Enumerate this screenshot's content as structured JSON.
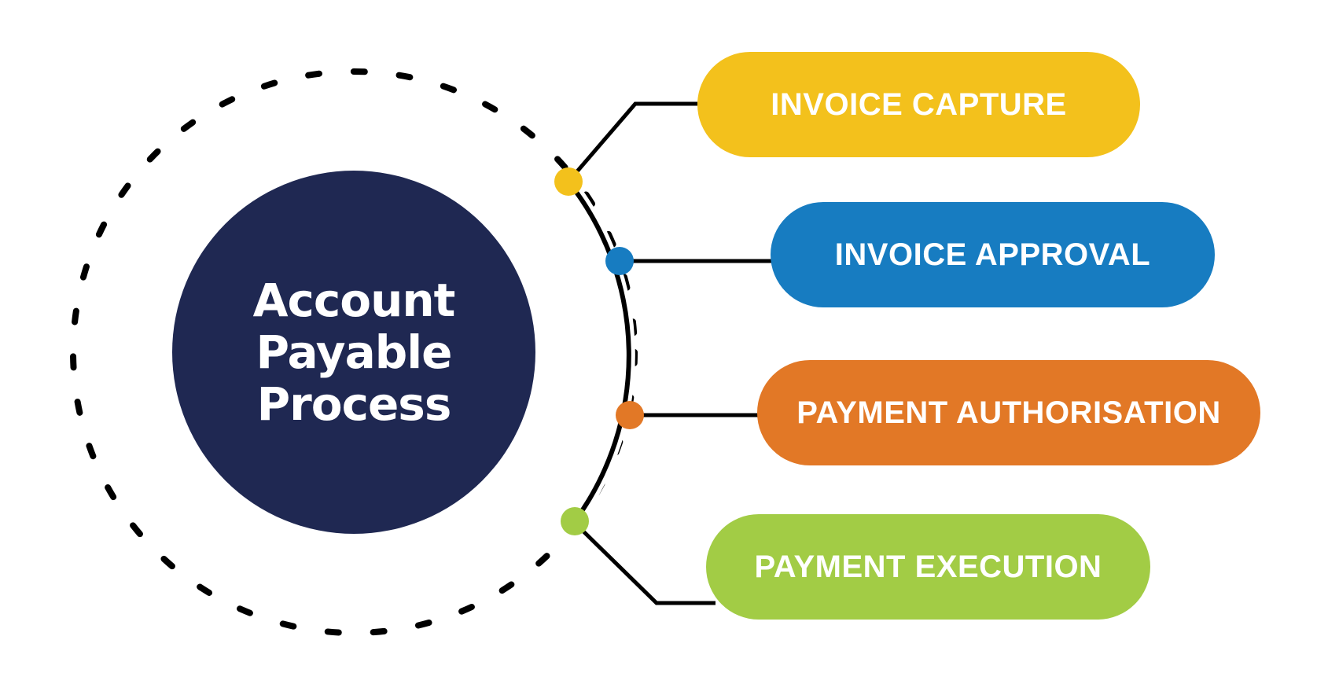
{
  "diagram": {
    "title_lines": [
      "Account",
      "Payable",
      "Process"
    ],
    "colors": {
      "center": "#1f2852",
      "connector": "#000000",
      "background": "#ffffff"
    },
    "steps": [
      {
        "label": "INVOICE CAPTURE",
        "color": "#f3c11c"
      },
      {
        "label": "INVOICE APPROVAL",
        "color": "#177cc1"
      },
      {
        "label": "PAYMENT AUTHORISATION",
        "color": "#e27826"
      },
      {
        "label": "PAYMENT EXECUTION",
        "color": "#a2cc45"
      }
    ]
  }
}
